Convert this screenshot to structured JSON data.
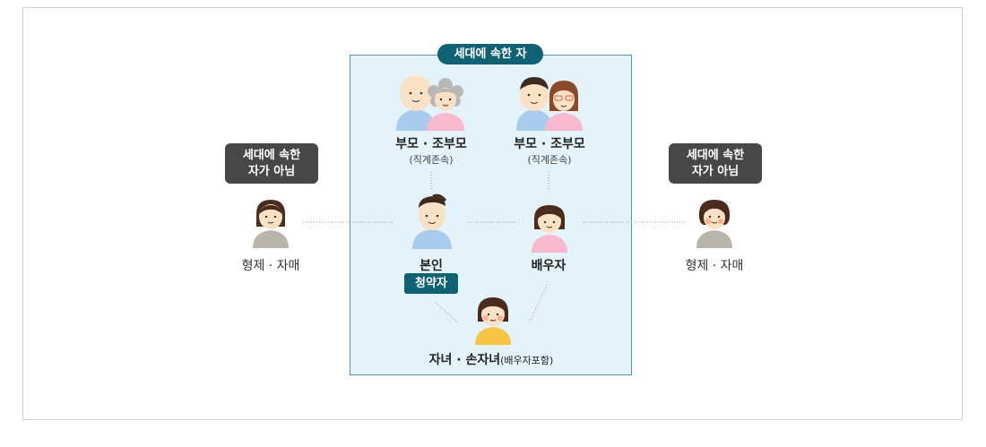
{
  "household_label": "세대에 속한 자",
  "not_household_tag": {
    "line1": "세대에 속한",
    "line2": "자가 아님"
  },
  "parents_left": {
    "name": "부모 · 조부모",
    "sub": "(직계존속)"
  },
  "parents_right": {
    "name": "부모 · 조부모",
    "sub": "(직계존속)"
  },
  "self": {
    "name": "본인",
    "tag": "청약자"
  },
  "spouse": {
    "name": "배우자"
  },
  "children": {
    "name": "자녀 · 손자녀",
    "sub": "(배우자포함)"
  },
  "sibling_left": {
    "name": "형제 · 자매"
  },
  "sibling_right": {
    "name": "형제 · 자매"
  },
  "colors": {
    "teal": "#0f6274",
    "household_bg": "#e3f3f9",
    "tag_dark": "#474747",
    "skin": "#fbe1c4",
    "blue_body": "#a9cbee",
    "pink_body": "#f8b9cf",
    "yellow_body": "#f6c545",
    "gray_body": "#b9b5ab",
    "hair": "#4a2b1e"
  }
}
